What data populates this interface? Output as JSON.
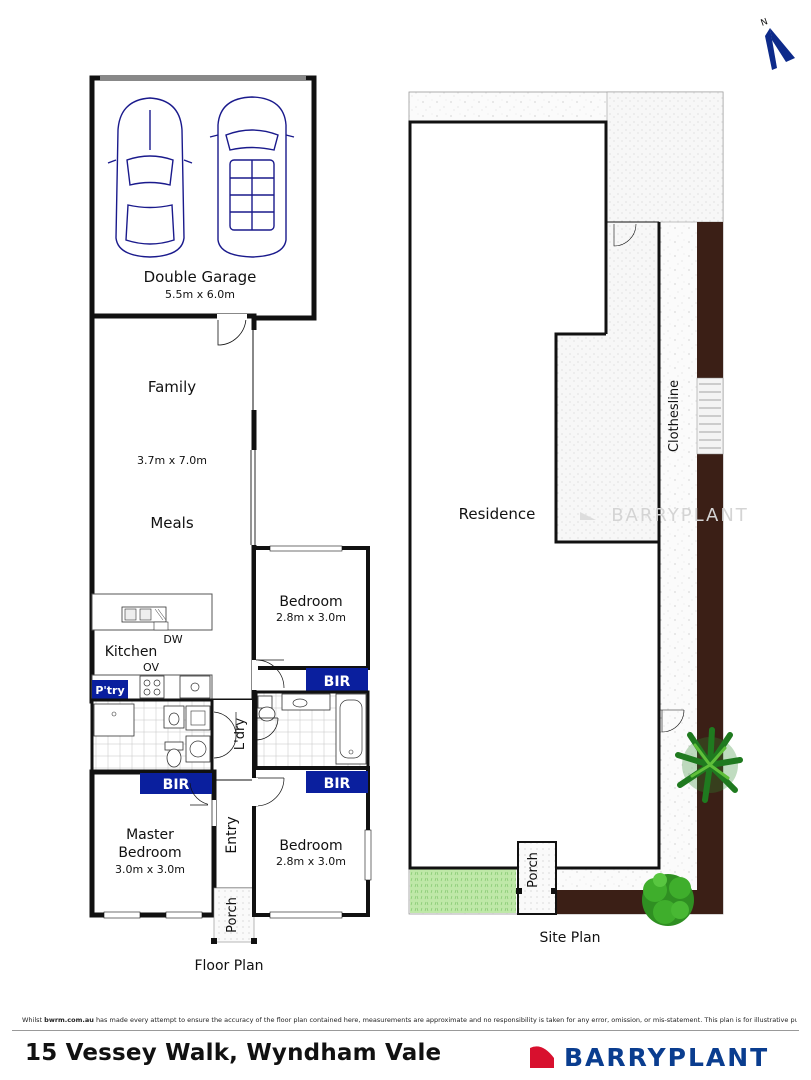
{
  "north_label": "N",
  "floor_plan": {
    "caption": "Floor Plan",
    "rooms": {
      "garage_name": "Double Garage",
      "garage_dims": "5.5m x 6.0m",
      "family": "Family",
      "family_dims": "3.7m x 7.0m",
      "meals": "Meals",
      "kitchen": "Kitchen",
      "dw": "DW",
      "ov": "OV",
      "pantry": "P'try",
      "bedroom2": "Bedroom",
      "bedroom2_dims": "2.8m x 3.0m",
      "bir": "BIR",
      "laundry": "L'dry",
      "master": "Master",
      "master2": "Bedroom",
      "master_dims": "3.0m x 3.0m",
      "entry": "Entry",
      "bedroom3": "Bedroom",
      "bedroom3_dims": "2.8m x 3.0m",
      "porch": "Porch"
    }
  },
  "site_plan": {
    "caption": "Site Plan",
    "residence": "Residence",
    "clothesline": "Clothesline",
    "porch": "Porch",
    "watermark": "BARRYPLANT"
  },
  "footer": {
    "disclaimer_site": "bwrm.com.au",
    "disclaimer_prefix": "Whilst",
    "disclaimer_text": "has made every attempt to ensure the accuracy of the floor plan contained here, measurements are approximate and no responsibility is taken for any error, omission, or mis-statement. This plan is for illustrative purposes only.",
    "address": "15 Vessey Walk, Wyndham Vale",
    "brand": "BARRYPLANT"
  },
  "colors": {
    "wall": "#111111",
    "bir_blue": "#0a1f9e",
    "brand_blue": "#0a3d8f",
    "brand_red": "#d8102e",
    "grass": "#bfe8a8",
    "garden_bed": "#3b1f16",
    "car_blue": "#1a1a8c"
  }
}
